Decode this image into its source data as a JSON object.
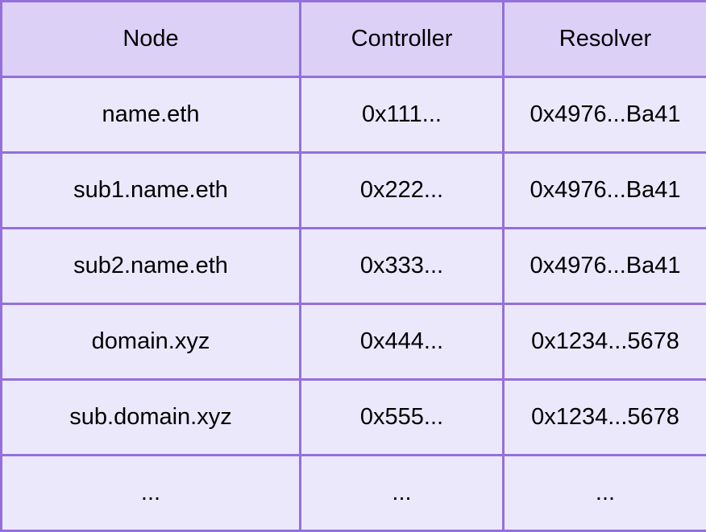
{
  "table": {
    "headers": [
      "Node",
      "Controller",
      "Resolver"
    ],
    "rows": [
      [
        "name.eth",
        "0x111...",
        "0x4976...Ba41"
      ],
      [
        "sub1.name.eth",
        "0x222...",
        "0x4976...Ba41"
      ],
      [
        "sub2.name.eth",
        "0x333...",
        "0x4976...Ba41"
      ],
      [
        "domain.xyz",
        "0x444...",
        "0x1234...5678"
      ],
      [
        "sub.domain.xyz",
        "0x555...",
        "0x1234...5678"
      ],
      [
        "...",
        "...",
        "..."
      ]
    ]
  },
  "colors": {
    "border": "#9370db",
    "header_fill": "#dcd0f7",
    "cell_fill": "#ece8fc"
  }
}
